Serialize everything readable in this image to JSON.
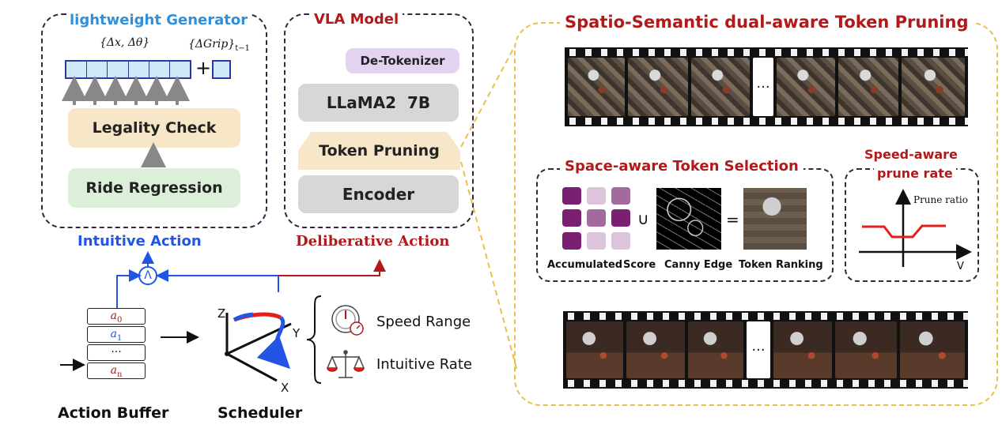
{
  "generator": {
    "title": "lightweight Generator",
    "delta_label": "{Δx, Δθ}",
    "grip_label": "{ΔGrip}",
    "grip_sub": "t−1",
    "plus": "+",
    "legality": "Legality Check",
    "ride": "Ride Regression"
  },
  "vla": {
    "title": "VLA Model",
    "detokenizer": "De-Tokenizer",
    "llama": "LLaMA2  7B",
    "pruning": "Token Pruning",
    "encoder": "Encoder"
  },
  "actions": {
    "intuitive": "Intuitive Action",
    "deliberative": "Deliberative Action",
    "and_symbol": "Λ"
  },
  "buffer": {
    "label": "Action Buffer",
    "items": [
      "a",
      "a",
      "···",
      "a"
    ],
    "subs": [
      "0",
      "1",
      "",
      "n"
    ]
  },
  "scheduler": {
    "label": "Scheduler",
    "axis_z": "Z",
    "axis_y": "Y",
    "axis_x": "X",
    "speed": "Speed Range",
    "rate": "Intuitive Rate"
  },
  "pruning_panel": {
    "title": "Spatio-Semantic dual-aware Token Pruning",
    "film_gap": "···",
    "space_title": "Space-aware Token Selection",
    "accumulated": "Accumulated",
    "score": "Score",
    "canny": "Canny Edge",
    "ranking": "Token Ranking",
    "union": "∪",
    "equals": "=",
    "speed_title_1": "Speed-aware",
    "speed_title_2": "prune rate",
    "prune_ratio": "Prune ratio",
    "v_axis": "V"
  },
  "colors": {
    "blue": "#2255e6",
    "red": "#b01a1a",
    "purple_dark": "#7b1f72",
    "purple_mid": "#a36aa0",
    "purple_light": "#ddc4dd"
  },
  "score_grid": [
    2,
    1,
    2,
    2,
    2,
    2,
    2,
    1,
    1
  ]
}
